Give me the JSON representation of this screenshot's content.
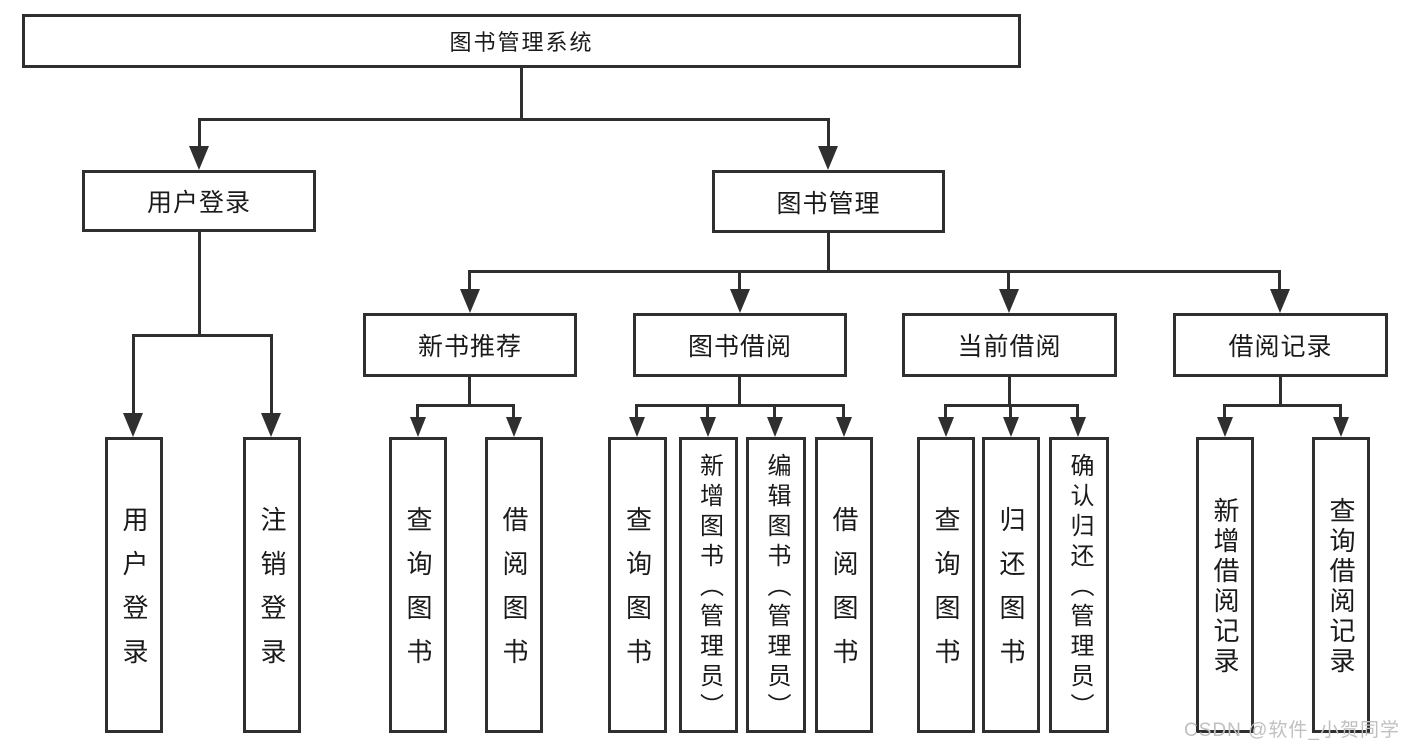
{
  "colors": {
    "line": "#2f2f2f",
    "border": "#2f2f2f",
    "fill": "#ffffff",
    "text": "#1a1a1a",
    "watermark": "#c0c0c0"
  },
  "tree": {
    "root": {
      "label": "图书管理系统",
      "children": [
        {
          "label": "用户登录",
          "children": [
            {
              "label": "用户登录"
            },
            {
              "label": "注销登录"
            }
          ]
        },
        {
          "label": "图书管理",
          "children": [
            {
              "label": "新书推荐",
              "children": [
                {
                  "label": "查询图书"
                },
                {
                  "label": "借阅图书"
                }
              ]
            },
            {
              "label": "图书借阅",
              "children": [
                {
                  "label": "查询图书"
                },
                {
                  "label": "新增图书（管理员）"
                },
                {
                  "label": "编辑图书（管理员）"
                },
                {
                  "label": "借阅图书"
                }
              ]
            },
            {
              "label": "当前借阅",
              "children": [
                {
                  "label": "查询图书"
                },
                {
                  "label": "归还图书"
                },
                {
                  "label": "确认归还（管理员）"
                }
              ]
            },
            {
              "label": "借阅记录",
              "children": [
                {
                  "label": "新增借阅记录"
                },
                {
                  "label": "查询借阅记录"
                }
              ]
            }
          ]
        }
      ]
    }
  },
  "watermark": {
    "text": "CSDN @软件_小贺同学"
  }
}
